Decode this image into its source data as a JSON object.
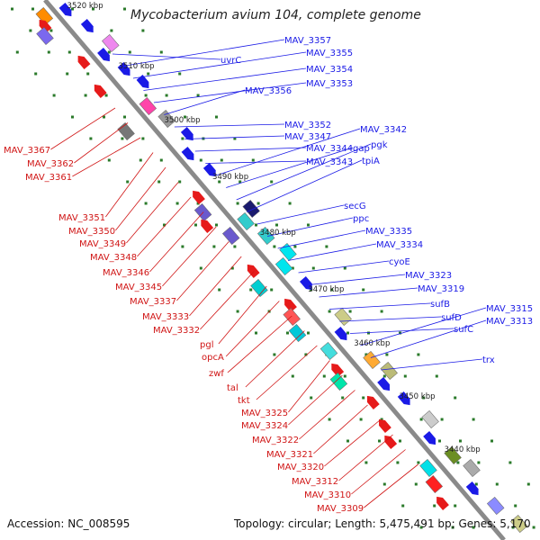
{
  "title": "Mycobacterium avium 104, complete genome",
  "accession": "Accession: NC_008595",
  "summary": "Topology: circular; Length: 5,475,491 bp; Genes: 5,170",
  "colors": {
    "axis": "#8a8a8a",
    "forward_genes": "#1a1ae6",
    "reverse_genes": "#e61a1a",
    "forward_labels": "#1a1ae6",
    "reverse_labels": "#d01515",
    "ticks": "#2a7a2a"
  },
  "scale_ticks": [
    "3520 kbp",
    "3510 kbp",
    "3500 kbp",
    "3490 kbp",
    "3480 kbp",
    "3470 kbp",
    "3460 kbp",
    "3450 kbp",
    "3440 kbp"
  ],
  "forward_labels": [
    "uvrC",
    "MAV_3357",
    "MAV_3355",
    "MAV_3354",
    "MAV_3353",
    "MAV_3356",
    "MAV_3352",
    "MAV_3347",
    "MAV_3344",
    "MAV_3343",
    "MAV_3342",
    "gap",
    "pgk",
    "tpiA",
    "secG",
    "ppc",
    "MAV_3335",
    "MAV_3334",
    "cyoE",
    "MAV_3323",
    "MAV_3319",
    "sufB",
    "sufD",
    "sufC",
    "MAV_3315",
    "MAV_3313",
    "trx"
  ],
  "reverse_labels": [
    "MAV_3367",
    "MAV_3362",
    "MAV_3361",
    "MAV_3351",
    "MAV_3350",
    "MAV_3349",
    "MAV_3348",
    "MAV_3346",
    "MAV_3345",
    "MAV_3337",
    "MAV_3333",
    "MAV_3332",
    "pgl",
    "opcA",
    "zwf",
    "tal",
    "tkt",
    "MAV_3325",
    "MAV_3324",
    "MAV_3322",
    "MAV_3321",
    "MAV_3320",
    "MAV_3312",
    "MAV_3310",
    "MAV_3309"
  ]
}
